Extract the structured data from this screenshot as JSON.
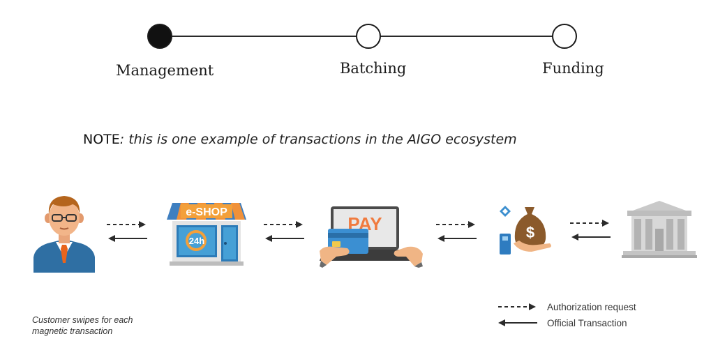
{
  "timeline": {
    "steps": [
      {
        "label": "Management",
        "state": "active"
      },
      {
        "label": "Batching",
        "state": "inactive"
      },
      {
        "label": "Funding",
        "state": "inactive"
      }
    ]
  },
  "note": {
    "label": "NOTE",
    "text": ": this is one example of transactions in the AIGO ecosystem"
  },
  "flow": {
    "actors": [
      {
        "icon": "customer-icon"
      },
      {
        "icon": "eshop-icon",
        "sign_text": "e-SHOP",
        "badge_text": "24h"
      },
      {
        "icon": "payment-laptop-icon",
        "screen_text": "PAY"
      },
      {
        "icon": "crypto-money-bag-icon",
        "bag_symbol": "$"
      },
      {
        "icon": "bank-icon"
      }
    ]
  },
  "caption": {
    "line1": "Customer swipes for each",
    "line2": "magnetic transaction"
  },
  "legend": {
    "authorization": "Authorization request",
    "official": "Official Transaction"
  },
  "colors": {
    "arrow": "#2b2b2b",
    "suit": "#2f6fa3",
    "tie": "#e8641b",
    "awning_blue": "#3f7fc0",
    "awning_orange": "#f0913a",
    "pay_orange": "#f07b3f",
    "bag_brown": "#8b5a2b",
    "bank_gray": "#b5b5b5"
  }
}
